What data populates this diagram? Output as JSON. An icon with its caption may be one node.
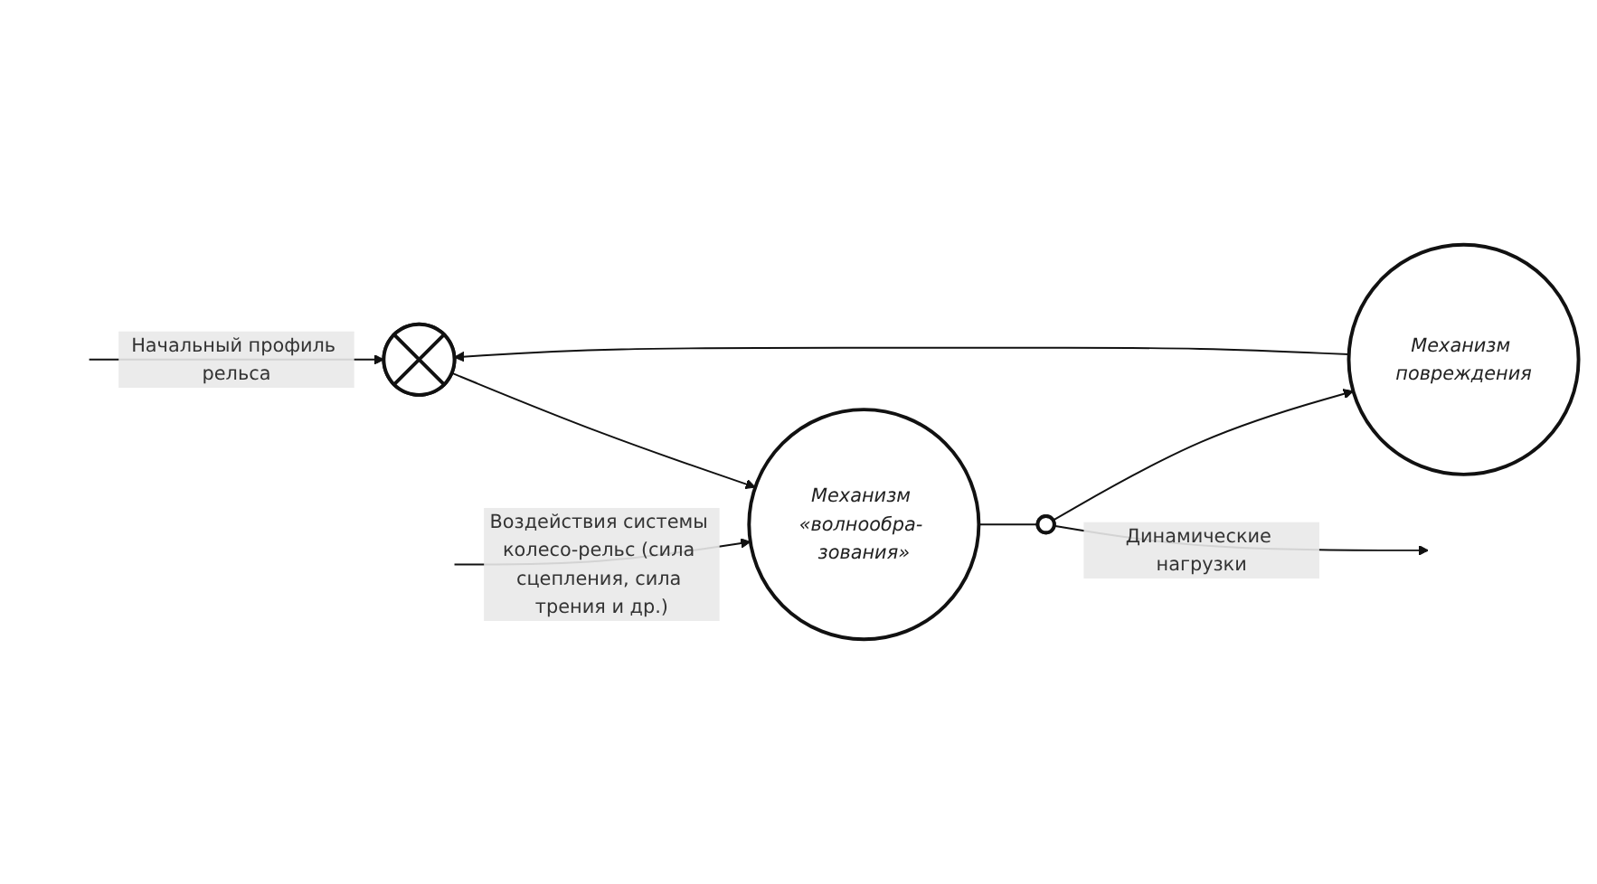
{
  "diagram": {
    "nodes": [
      {
        "text": [],
        "shape": "circle"
      },
      {
        "text": [
          "Механизм «волнообра- зования»"
        ]
      },
      {
        "text": [],
        "shape": "circle"
      },
      {
        "text": [
          "Механизм повреждения"
        ]
      }
    ],
    "edges": [
      {
        "from": null,
        "to": 0,
        "arrow": "to",
        "label": "Начальный профиль рельса"
      },
      {
        "from": 0,
        "to": 1,
        "arrow": "to"
      },
      {
        "from": null,
        "to": 1,
        "arrow": "to",
        "label": "Воздействия системы колесо-рельс (сила сцепления, сила трения и др.)"
      },
      {
        "from": 1,
        "to": 2,
        "arrow": "none"
      },
      {
        "from": 2,
        "to": null,
        "arrow": "to",
        "label": "Динамические нагрузки"
      },
      {
        "from": 2,
        "to": 3,
        "arrow": "to"
      },
      {
        "from": 3,
        "to": 0,
        "arrow": "to"
      }
    ]
  }
}
